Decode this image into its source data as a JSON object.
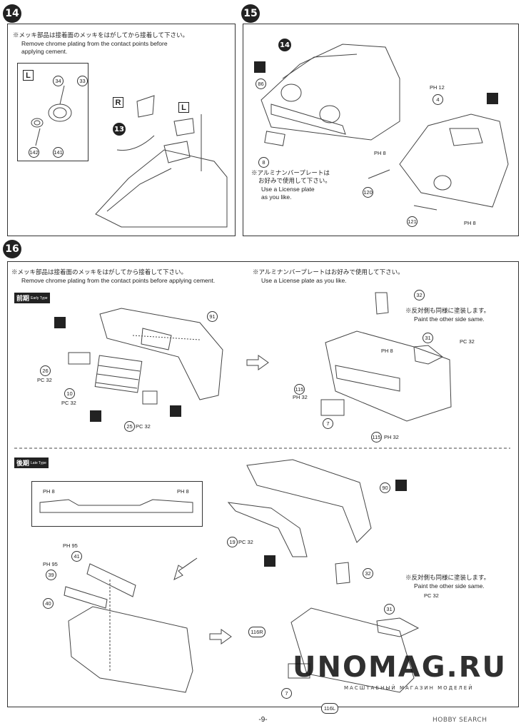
{
  "step14": {
    "number": "14",
    "note_jp": "※メッキ部品は接着面のメッキをはがしてから接着して下さい。",
    "note_en1": "Remove chrome plating from the contact points before",
    "note_en2": "applying cement.",
    "box_l": "L",
    "box_r": "R",
    "box_l2": "L",
    "parts": [
      "34",
      "33",
      "142",
      "141",
      "13"
    ]
  },
  "step15": {
    "number": "15",
    "part_14": "14",
    "parts": [
      "86",
      "8",
      "4",
      "120",
      "121"
    ],
    "pn_12": "PH 12",
    "pn_8a": "PH 8",
    "pn_8b": "PH 8",
    "note_jp1": "※アルミナンバープレートは",
    "note_jp2": "お好みで使用して下さい。",
    "note_en1": "Use a License plate",
    "note_en2": "as you like."
  },
  "step16": {
    "number": "16",
    "note_jp": "※メッキ部品は接着面のメッキをはがしてから接着して下さい。",
    "note_en": "Remove chrome plating from the contact points before applying cement.",
    "plate_jp": "※アルミナンバープレートはお好みで使用して下さい。",
    "plate_en": "Use a License plate as you like.",
    "early_jp": "前期",
    "early_en": "Early Type",
    "late_jp": "後期",
    "late_en": "Late Type",
    "other_side_jp": "※反対側も同様に塗装します。",
    "other_side_en": "Paint the other side same.",
    "other_side_jp2": "※反対側も同様に塗装します。",
    "other_side_en2": "Paint the other side same.",
    "early_parts": [
      "91",
      "26",
      "10",
      "25",
      "32",
      "31",
      "115",
      "7",
      "115"
    ],
    "late_parts": [
      "90",
      "19",
      "41",
      "39",
      "40",
      "32",
      "31",
      "116R",
      "116L",
      "7"
    ],
    "pc32": "PC 32",
    "ph8": "PH 8",
    "ph32": "PH 32",
    "ph95": "PH 95"
  },
  "footer": {
    "page": "-9-",
    "watermark1": "UNOMAG.RU",
    "watermark2": "МАСШТАБНЫЙ МАГАЗИН МОДЕЛЕЙ",
    "watermark3": "HOBBY SEARCH"
  }
}
